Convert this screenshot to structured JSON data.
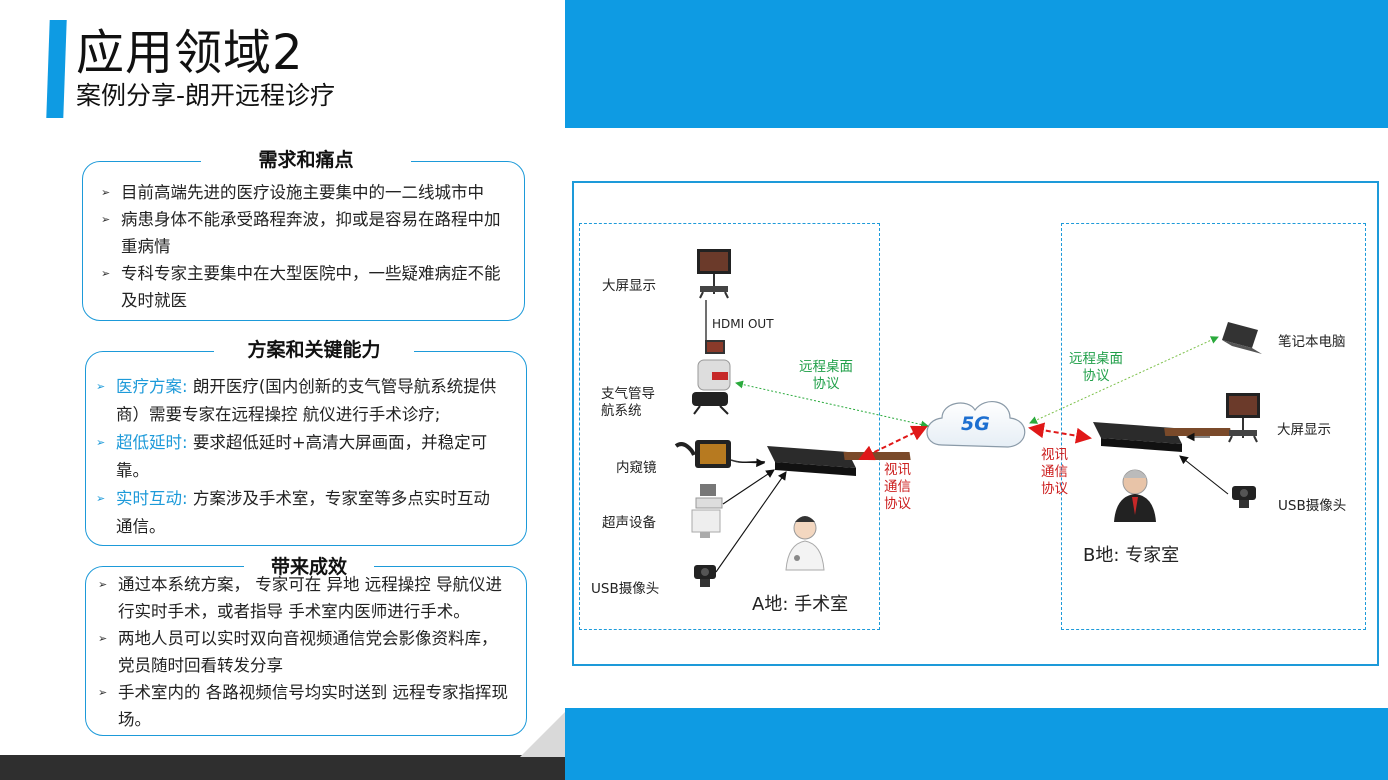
{
  "header": {
    "title": "应用领域2",
    "subtitle": "案例分享-朗开远程诊疗"
  },
  "needs": {
    "title": "需求和痛点",
    "items": [
      "目前高端先进的医疗设施主要集中的一二线城市中",
      "病患身体不能承受路程奔波，抑或是容易在路程中加重病情",
      "专科专家主要集中在大型医院中，一些疑难病症不能及时就医"
    ]
  },
  "solution": {
    "title": "方案和关键能力",
    "items": [
      {
        "key": "医疗方案:",
        "text": "朗开医疗(国内创新的支气管导航系统提供商）需要专家在远程操控 航仪进行手术诊疗;"
      },
      {
        "key": "超低延时:",
        "text": "要求超低延时+高清大屏画面，并稳定可靠。"
      },
      {
        "key": "实时互动:",
        "text": "方案涉及手术室，专家室等多点实时互动通信。"
      }
    ]
  },
  "benefits": {
    "title": "带来成效",
    "items": [
      "通过本系统方案，  专家可在 异地 远程操控 导航仪进行实时手术，或者指导 手术室内医师进行手术。",
      "两地人员可以实时双向音视频通信党会影像资料库，党员随时回看转发分享",
      "手术室内的 各路视频信号均实时送到 远程专家指挥现场。"
    ]
  },
  "diagram": {
    "left": {
      "big_screen": "大屏显示",
      "hdmi": "HDMI  OUT",
      "bronch": "支气管导航系统",
      "endoscope": "内窥镜",
      "ultrasound": "超声设备",
      "usb_cam": "USB摄像头",
      "place": "A地: 手术室"
    },
    "center": {
      "network": "5G",
      "remote_desktop_left": "远程桌面协议",
      "video_left": "视讯通信协议",
      "remote_desktop_right": "远程桌面协议",
      "video_right": "视讯通信协议"
    },
    "right": {
      "laptop": "笔记本电脑",
      "big_screen": "大屏显示",
      "usb_cam": "USB摄像头",
      "place": "B地: 专家室"
    }
  },
  "colors": {
    "accent": "#0e9be3",
    "green": "#21a04a",
    "red": "#cc1f1f"
  }
}
